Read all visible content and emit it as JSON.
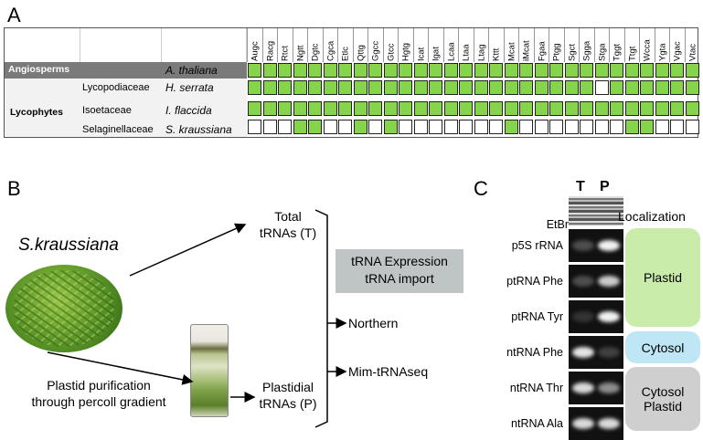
{
  "panel_a": {
    "letter": "A",
    "columns": [
      "Augc",
      "Racg",
      "Rtct",
      "Ngtt",
      "Dgtc",
      "Cgca",
      "Etlc",
      "Qttg",
      "Ggcc",
      "Gtcc",
      "Hgtg",
      "Icat",
      "Igat",
      "Lcaa",
      "Ltaa",
      "Ltag",
      "Kttt",
      "Mcat",
      "iMcat",
      "Fgaa",
      "Ptgg",
      "Sgct",
      "Sgga",
      "Stga",
      "Tggt",
      "Ttgt",
      "Wcca",
      "Ygta",
      "Vgac",
      "Vtac"
    ],
    "rows": [
      {
        "group": "Angiosperms",
        "family": "",
        "species": "A. thaliana",
        "presence": [
          1,
          1,
          1,
          1,
          1,
          1,
          1,
          1,
          1,
          1,
          1,
          1,
          1,
          1,
          1,
          1,
          1,
          1,
          1,
          1,
          1,
          1,
          1,
          1,
          1,
          1,
          1,
          1,
          1,
          1
        ]
      },
      {
        "group": "Lycophytes",
        "family": "Lycopodiaceae",
        "species": "H. serrata",
        "presence": [
          1,
          1,
          1,
          1,
          1,
          1,
          1,
          1,
          1,
          1,
          1,
          1,
          1,
          1,
          1,
          1,
          1,
          1,
          1,
          1,
          1,
          1,
          1,
          0,
          1,
          1,
          1,
          1,
          1,
          1
        ]
      },
      {
        "group": "",
        "family": "Isoetaceae",
        "species": "I. flaccida",
        "presence": [
          1,
          1,
          1,
          1,
          1,
          1,
          1,
          1,
          1,
          1,
          1,
          1,
          1,
          1,
          1,
          1,
          1,
          1,
          1,
          1,
          1,
          1,
          1,
          1,
          1,
          1,
          1,
          1,
          1,
          1
        ]
      },
      {
        "group": "",
        "family": "Selaginellaceae",
        "species": "S. kraussiana",
        "presence": [
          0,
          0,
          0,
          1,
          1,
          0,
          0,
          1,
          0,
          1,
          0,
          0,
          0,
          0,
          0,
          0,
          0,
          1,
          0,
          0,
          0,
          0,
          0,
          0,
          0,
          1,
          1,
          0,
          0,
          0
        ]
      }
    ],
    "colors": {
      "present": "#86d34c",
      "absent": "#ffffff",
      "angio_band": "#7a7a7a"
    }
  },
  "panel_b": {
    "letter": "B",
    "species": "S.kraussiana",
    "purification": [
      "Plastid purification",
      "through percoll gradient"
    ],
    "total": [
      "Total",
      "tRNAs (T)"
    ],
    "plastidial": [
      "Plastidial",
      "tRNAs (P)"
    ],
    "box": [
      "tRNA Expression",
      "tRNA import"
    ],
    "northern": "Northern",
    "mim": "Mim-tRNAseq"
  },
  "panel_c": {
    "letter": "C",
    "lane_t": "T",
    "lane_p": "P",
    "etbr": "EtBr",
    "localization": "Localization",
    "blots": [
      {
        "label": "p5S rRNA",
        "t": 0.3,
        "p": 0.95
      },
      {
        "label": "ptRNA Phe",
        "t": 0.3,
        "p": 0.8
      },
      {
        "label": "ptRNA Tyr",
        "t": 0.2,
        "p": 0.95
      },
      {
        "label": "ntRNA Phe",
        "t": 0.9,
        "p": 0.25
      },
      {
        "label": "ntRNA Thr",
        "t": 0.85,
        "p": 0.55
      },
      {
        "label": "ntRNA Ala",
        "t": 0.85,
        "p": 0.85
      }
    ],
    "loc_plastid": "Plastid",
    "loc_cytosol": "Cytosol",
    "loc_both": [
      "Cytosol",
      "Plastid"
    ],
    "colors": {
      "plastid": "#c9ecab",
      "cytosol": "#bfe6f4",
      "both": "#cfcfcf",
      "box": "#bfc5c4"
    }
  }
}
